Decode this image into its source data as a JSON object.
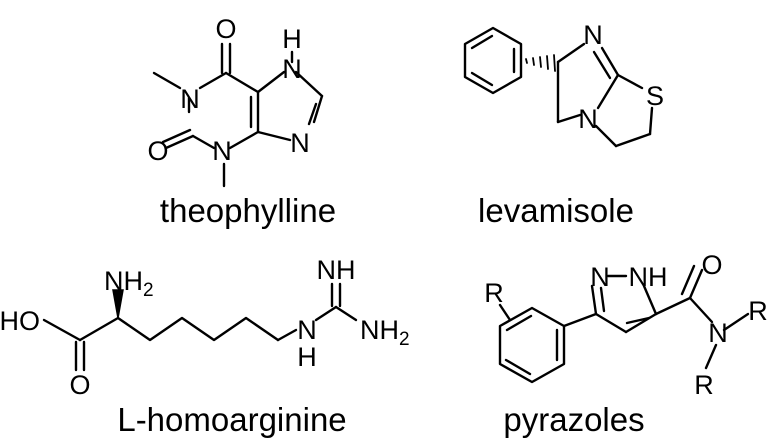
{
  "molecules": {
    "theophylline": {
      "name": "theophylline",
      "atoms": {
        "o_top": "O",
        "o_left": "O",
        "n1": "N",
        "n3": "N",
        "n7": "N",
        "n7_h": "H",
        "n9": "N"
      }
    },
    "levamisole": {
      "name": "levamisole",
      "atoms": {
        "n_top": "N",
        "n_bottom": "N",
        "s": "S"
      }
    },
    "homoarginine": {
      "name": "L-homoarginine",
      "atoms": {
        "nh2_top": "NH",
        "nh2_top_sub": "2",
        "ho": "HO",
        "o_carbonyl": "O",
        "nh_imine": "NH",
        "nh_link": "N",
        "nh_link_h": "H",
        "nh2_right": "NH",
        "nh2_right_sub": "2"
      }
    },
    "pyrazoles": {
      "name": "pyrazoles",
      "atoms": {
        "n_left": "N",
        "nh_right": "NH",
        "o": "O",
        "n_amide": "N",
        "r_ring": "R",
        "r_amide_right": "R",
        "r_amide_bottom": "R"
      }
    }
  }
}
